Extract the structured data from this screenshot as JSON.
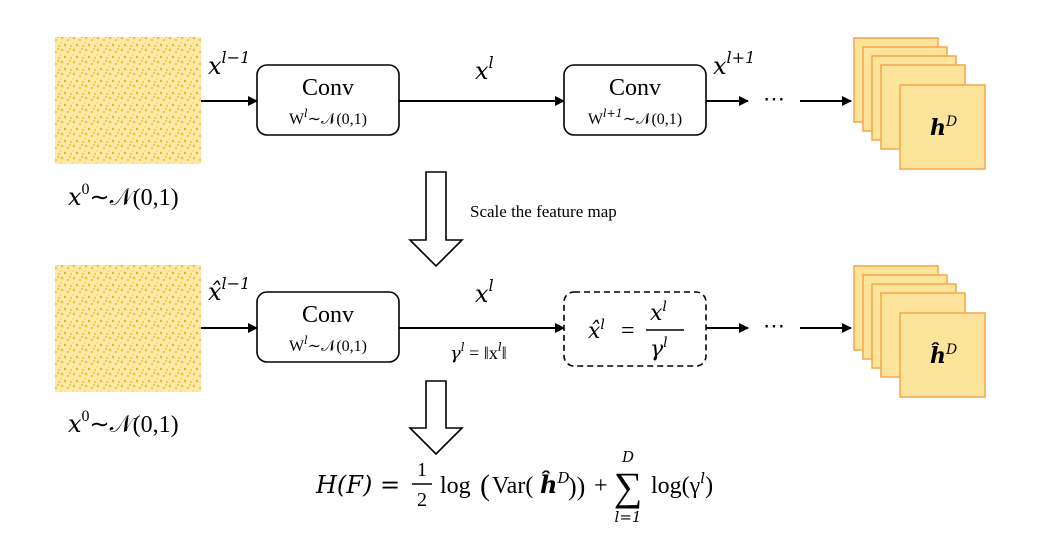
{
  "row1": {
    "input_label": "x",
    "input_sup": "l−1",
    "noise_caption": {
      "x": "x",
      "sup": "0",
      "rest": "∼𝒩(0,1)"
    },
    "conv1": {
      "title": "Conv",
      "w": "W",
      "w_sup": "l",
      "dist": "∼𝒩(0,1)"
    },
    "mid_label": "x",
    "mid_sup": "l",
    "conv2": {
      "title": "Conv",
      "w": "W",
      "w_sup": "l+1",
      "dist": "∼𝒩(0,1)"
    },
    "out_label": "x",
    "out_sup": "l+1",
    "ellipsis": "⋯",
    "stack_label": "h",
    "stack_sup": "D"
  },
  "middle": {
    "caption": "Scale the feature map"
  },
  "row2": {
    "input_label": "x̂",
    "input_sup": "l−1",
    "noise_caption": {
      "x": "x",
      "sup": "0",
      "rest": "∼𝒩(0,1)"
    },
    "conv1": {
      "title": "Conv",
      "w": "W",
      "w_sup": "l",
      "dist": "∼𝒩(0,1)"
    },
    "mid_label": "x",
    "mid_sup": "l",
    "gamma": {
      "g": "γ",
      "sup": "l",
      "eq": " = ‖x",
      "sup2": "l",
      "end": "‖"
    },
    "norm_box": {
      "lhs": "x̂",
      "lhs_sup": "l",
      "eq": "=",
      "num": "x",
      "num_sup": "l",
      "den": "γ",
      "den_sup": "l"
    },
    "ellipsis": "⋯",
    "stack_label": "ĥ",
    "stack_sup": "D"
  },
  "formula": {
    "lhs": "H(F) =",
    "frac_num": "1",
    "frac_den": "2",
    "log": "log",
    "open": "(",
    "var": "Var(",
    "h": "ĥ",
    "h_sup": "D",
    "close": "))",
    "plus": "+",
    "sum": "∑",
    "sum_top": "D",
    "sum_bottom": "l=1",
    "log2": "log(γ",
    "log2_sup": "l",
    "log2_end": ")"
  },
  "colors": {
    "noise_a": "#f2c230",
    "noise_b": "#fbe9a8",
    "stack_fill": "#fde49b",
    "stack_stroke": "#f4a64a",
    "stroke": "#000000"
  }
}
